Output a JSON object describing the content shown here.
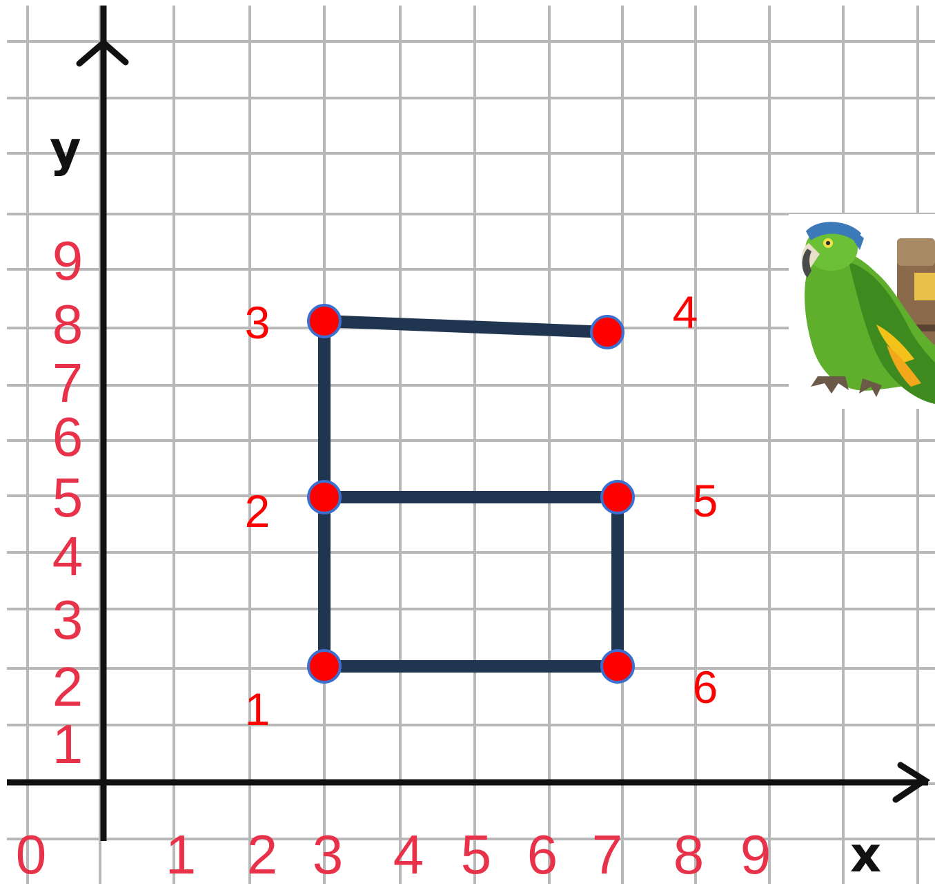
{
  "diagram": {
    "x_axis_label": "x",
    "y_axis_label": "y",
    "x_ticks": [
      "0",
      "1",
      "2",
      "3",
      "4",
      "5",
      "6",
      "7",
      "8",
      "9"
    ],
    "y_ticks": [
      "1",
      "2",
      "3",
      "4",
      "5",
      "6",
      "7",
      "8",
      "9"
    ],
    "points": [
      {
        "label": "1",
        "x": 3,
        "y": 2
      },
      {
        "label": "2",
        "x": 3,
        "y": 5
      },
      {
        "label": "3",
        "x": 3,
        "y": 8
      },
      {
        "label": "4",
        "x": 7,
        "y": 8
      },
      {
        "label": "5",
        "x": 7,
        "y": 5
      },
      {
        "label": "6",
        "x": 7,
        "y": 2
      }
    ],
    "segments": [
      [
        "1",
        "2"
      ],
      [
        "2",
        "3"
      ],
      [
        "3",
        "4"
      ],
      [
        "2",
        "5"
      ],
      [
        "5",
        "6"
      ],
      [
        "1",
        "6"
      ]
    ],
    "colors": {
      "grid": "#b8b8b8",
      "axis": "#111111",
      "tick_label": "#e8324a",
      "point": "#ff0000",
      "point_outline": "#3b6fd0",
      "segment": "#1f3550",
      "point_label": "#ff0000"
    },
    "decoration": "parrot-with-treasure-chest"
  }
}
